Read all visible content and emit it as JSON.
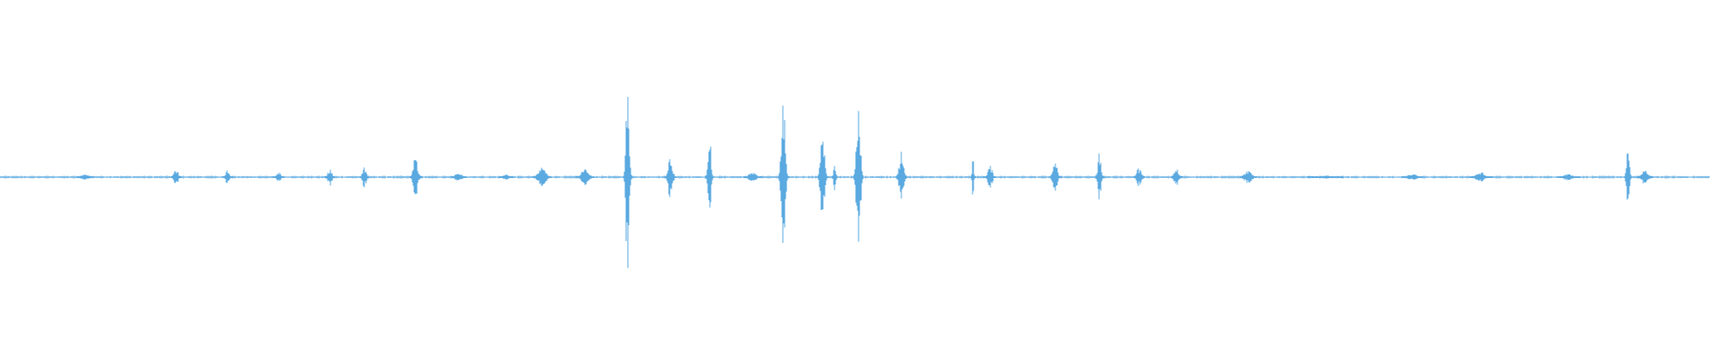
{
  "waveform": {
    "color": "#5aa9e0",
    "background": "#ffffff",
    "duration_fraction_bursts": [
      {
        "position": 0.05,
        "amplitude": 0.02,
        "width": 0.01
      },
      {
        "position": 0.103,
        "amplitude": 0.05,
        "width": 0.006
      },
      {
        "position": 0.133,
        "amplitude": 0.04,
        "width": 0.005
      },
      {
        "position": 0.163,
        "amplitude": 0.03,
        "width": 0.006
      },
      {
        "position": 0.193,
        "amplitude": 0.06,
        "width": 0.005
      },
      {
        "position": 0.213,
        "amplitude": 0.07,
        "width": 0.005
      },
      {
        "position": 0.243,
        "amplitude": 0.13,
        "width": 0.006
      },
      {
        "position": 0.268,
        "amplitude": 0.03,
        "width": 0.008
      },
      {
        "position": 0.296,
        "amplitude": 0.02,
        "width": 0.008
      },
      {
        "position": 0.317,
        "amplitude": 0.06,
        "width": 0.01
      },
      {
        "position": 0.342,
        "amplitude": 0.05,
        "width": 0.01
      },
      {
        "position": 0.367,
        "amplitude": 0.7,
        "width": 0.004
      },
      {
        "position": 0.392,
        "amplitude": 0.13,
        "width": 0.006
      },
      {
        "position": 0.415,
        "amplitude": 0.25,
        "width": 0.004
      },
      {
        "position": 0.44,
        "amplitude": 0.03,
        "width": 0.01
      },
      {
        "position": 0.458,
        "amplitude": 0.55,
        "width": 0.005
      },
      {
        "position": 0.481,
        "amplitude": 0.3,
        "width": 0.005
      },
      {
        "position": 0.488,
        "amplitude": 0.08,
        "width": 0.003
      },
      {
        "position": 0.502,
        "amplitude": 0.55,
        "width": 0.005
      },
      {
        "position": 0.527,
        "amplitude": 0.15,
        "width": 0.006
      },
      {
        "position": 0.569,
        "amplitude": 0.14,
        "width": 0.002
      },
      {
        "position": 0.579,
        "amplitude": 0.07,
        "width": 0.006
      },
      {
        "position": 0.617,
        "amplitude": 0.1,
        "width": 0.006
      },
      {
        "position": 0.643,
        "amplitude": 0.18,
        "width": 0.004
      },
      {
        "position": 0.666,
        "amplitude": 0.06,
        "width": 0.006
      },
      {
        "position": 0.688,
        "amplitude": 0.06,
        "width": 0.006
      },
      {
        "position": 0.73,
        "amplitude": 0.04,
        "width": 0.01
      },
      {
        "position": 0.775,
        "amplitude": 0.01,
        "width": 0.02
      },
      {
        "position": 0.826,
        "amplitude": 0.02,
        "width": 0.012
      },
      {
        "position": 0.866,
        "amplitude": 0.03,
        "width": 0.012
      },
      {
        "position": 0.917,
        "amplitude": 0.02,
        "width": 0.012
      },
      {
        "position": 0.952,
        "amplitude": 0.16,
        "width": 0.004
      },
      {
        "position": 0.962,
        "amplitude": 0.05,
        "width": 0.008
      }
    ]
  }
}
